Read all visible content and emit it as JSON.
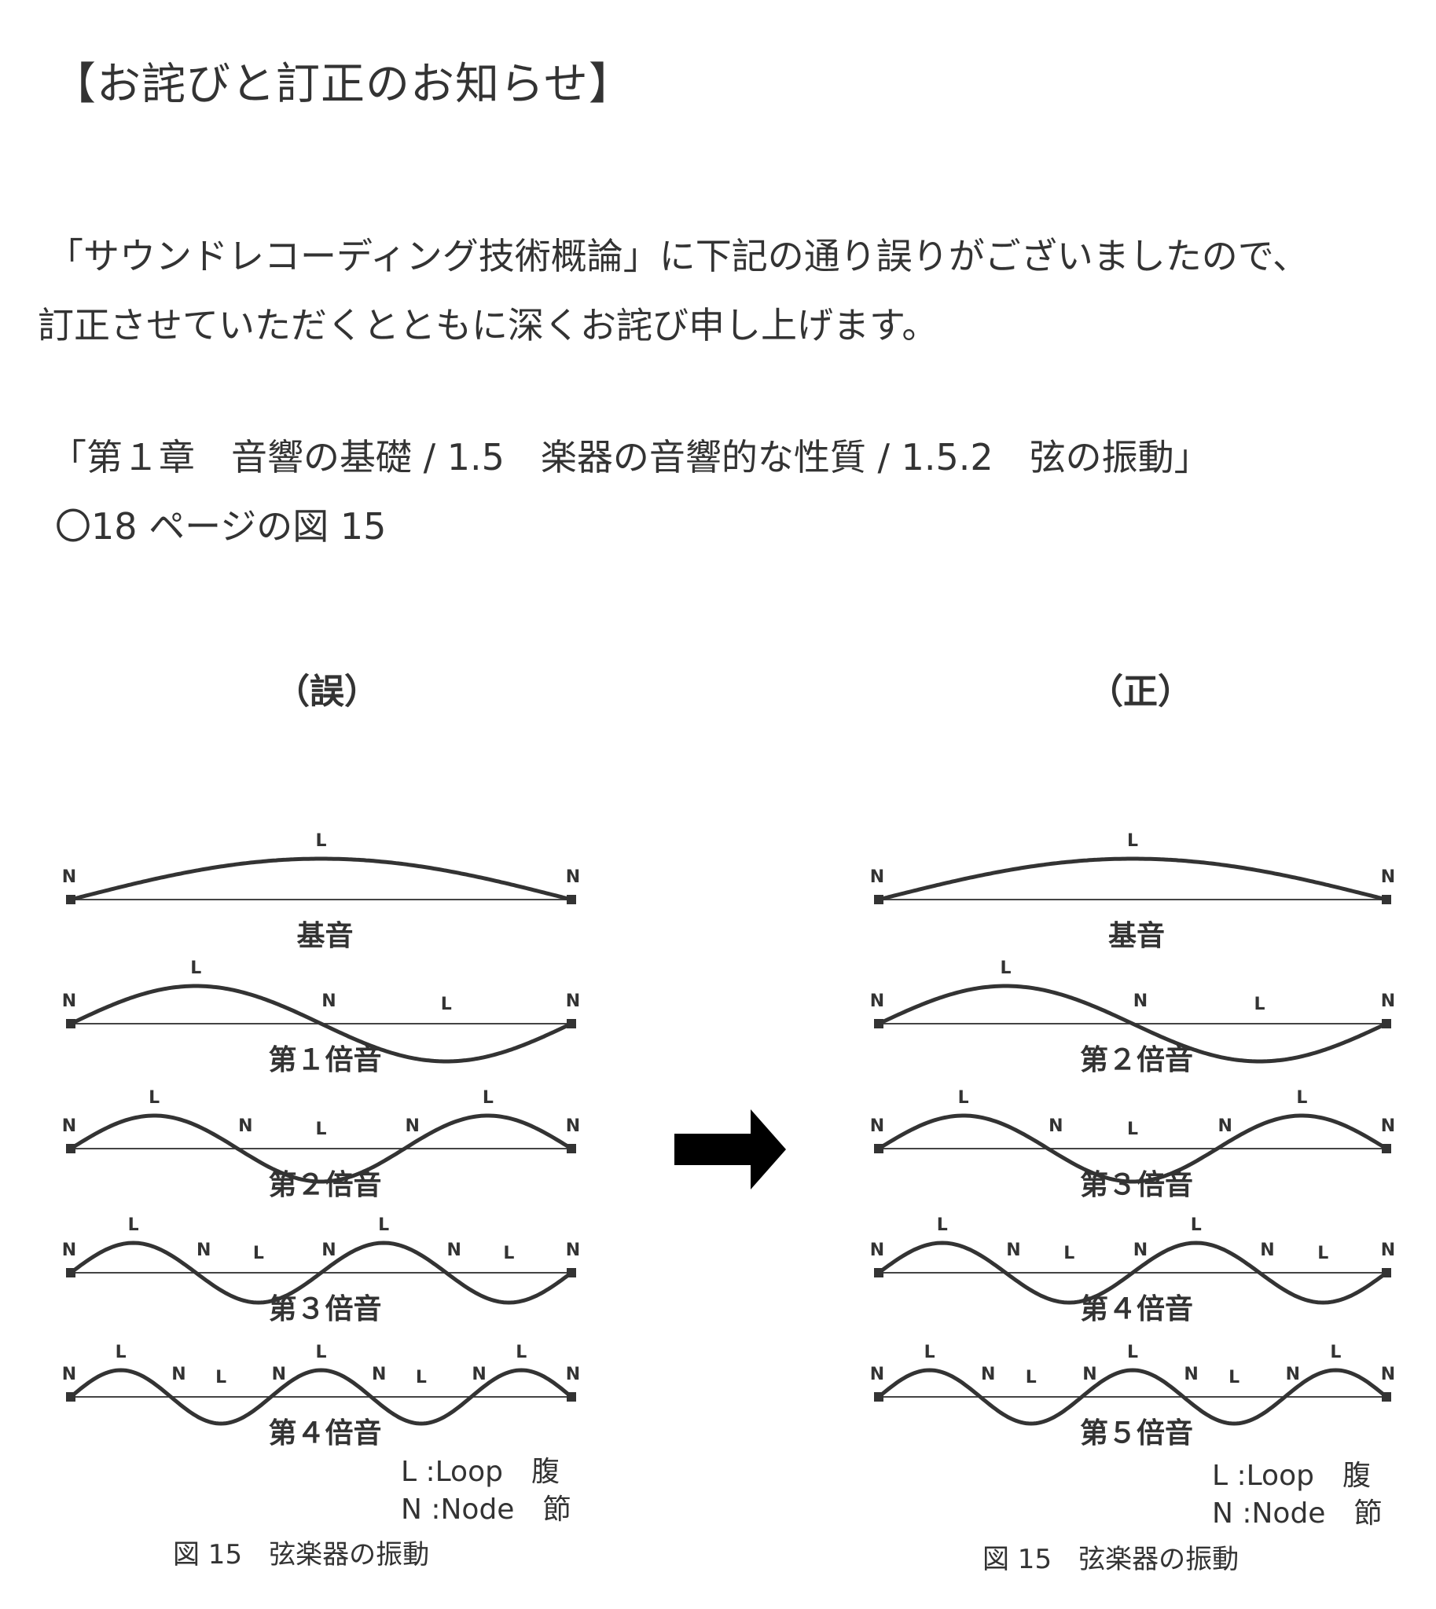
{
  "heading": "【お詫びと訂正のお知らせ】",
  "paragraph": {
    "line1": "「サウンドレコーディング技術概論」に下記の通り誤りがございましたので、",
    "line2": "訂正させていただくとともに深くお詫び申し上げます。"
  },
  "reference": {
    "line1": "「第１章　音響の基礎 / 1.5　楽器の音響的な性質 / 1.5.2　弦の振動」",
    "line2": "〇18 ページの図 15"
  },
  "labels": {
    "wrong": "（誤）",
    "correct": "（正）"
  },
  "arrow_icon": "right-arrow-icon",
  "node_label": "N",
  "loop_label": "L",
  "figure_wrong": {
    "rows": [
      {
        "caption": "基音",
        "loops": 1
      },
      {
        "caption": "第１倍音",
        "loops": 2
      },
      {
        "caption": "第２倍音",
        "loops": 3
      },
      {
        "caption": "第３倍音",
        "loops": 4
      },
      {
        "caption": "第４倍音",
        "loops": 5
      }
    ],
    "legend_loop": "L :Loop　腹",
    "legend_node": "N :Node　節",
    "caption": "図 15　弦楽器の振動"
  },
  "figure_correct": {
    "rows": [
      {
        "caption": "基音",
        "loops": 1
      },
      {
        "caption": "第２倍音",
        "loops": 2
      },
      {
        "caption": "第３倍音",
        "loops": 3
      },
      {
        "caption": "第４倍音",
        "loops": 4
      },
      {
        "caption": "第５倍音",
        "loops": 5
      }
    ],
    "legend_loop": "L :Loop　腹",
    "legend_node": "N :Node　節",
    "caption": "図 15　弦楽器の振動"
  }
}
